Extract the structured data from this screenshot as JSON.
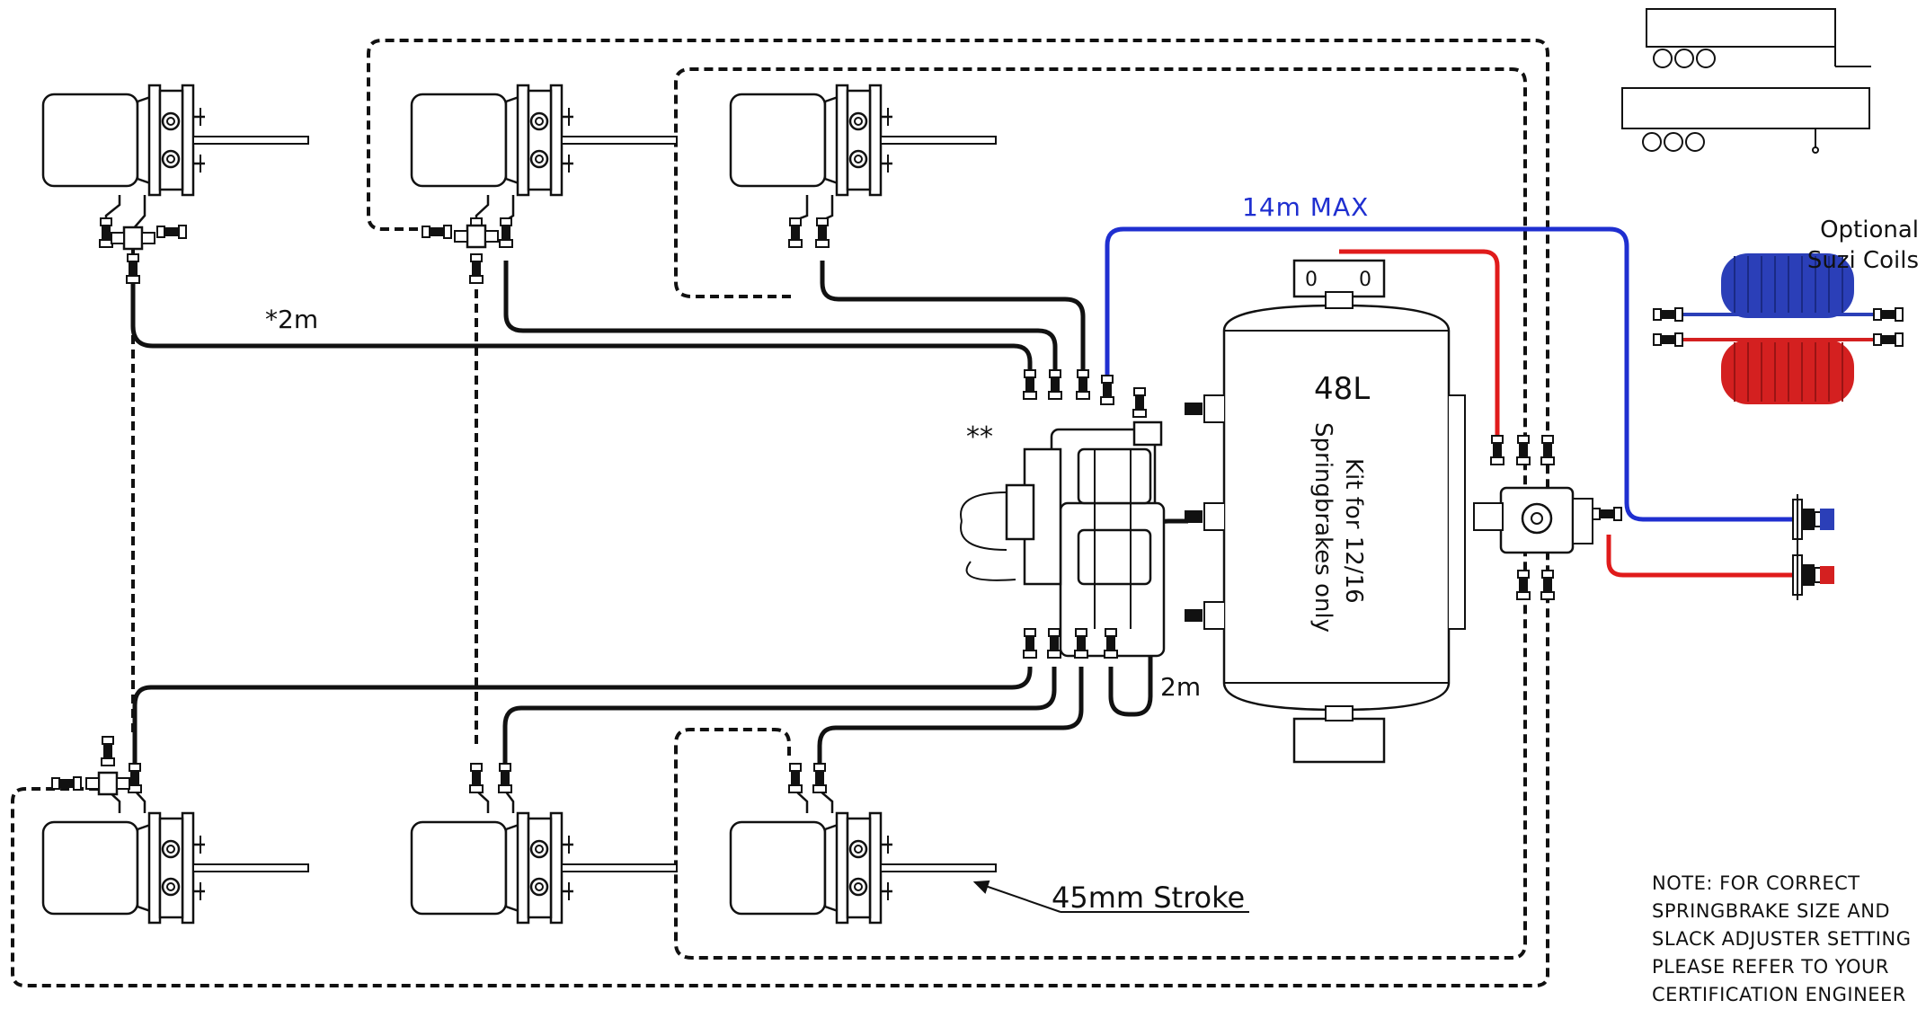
{
  "labels": {
    "max_length": "14m MAX",
    "hose_length_top": "*2m",
    "hose_length_tank": "2m",
    "valve_marker": "**",
    "tank_volume": "48L",
    "tank_note_line1": "Kit for 12/16",
    "tank_note_line2": "Springbrakes only",
    "stroke": "45mm Stroke",
    "coils_line1": "Optional",
    "coils_line2": "Suzi Coils",
    "tank_bracket_left": "0",
    "tank_bracket_right": "0"
  },
  "note": {
    "lines": [
      "NOTE:  FOR CORRECT",
      "SPRINGBRAKE SIZE AND",
      "SLACK ADJUSTER SETTING",
      "PLEASE REFER TO YOUR",
      "CERTIFICATION ENGINEER"
    ]
  },
  "colors": {
    "line": "#111111",
    "control_line": "#1f2fd0",
    "supply_line": "#e01b1b",
    "coil_blue": "#2b3fb8",
    "coil_red": "#d42020"
  }
}
